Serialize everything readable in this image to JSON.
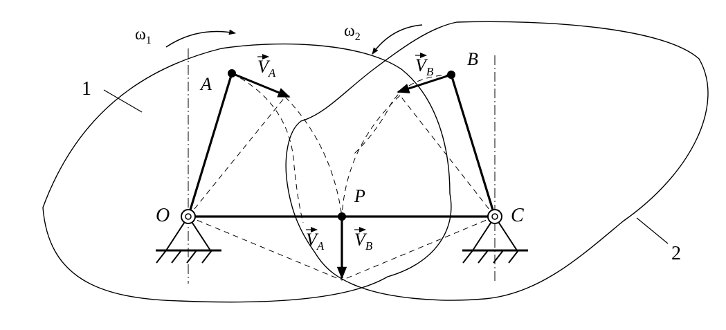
{
  "labels": {
    "omega1": "ω",
    "omega1_sub": "1",
    "omega2": "ω",
    "omega2_sub": "2",
    "body1": "1",
    "body2": "2",
    "point_A": "A",
    "point_B": "B",
    "point_O": "O",
    "point_C": "C",
    "point_P": "P",
    "vec_VA_top": "V",
    "vec_VA_top_sub": "A",
    "vec_VB_top": "V",
    "vec_VB_top_sub": "B",
    "vec_VA_bottom": "V",
    "vec_VA_bottom_sub": "A",
    "vec_VB_bottom": "V",
    "vec_VB_bottom_sub": "B"
  },
  "colors": {
    "ink": "#000000",
    "background": "#ffffff"
  }
}
